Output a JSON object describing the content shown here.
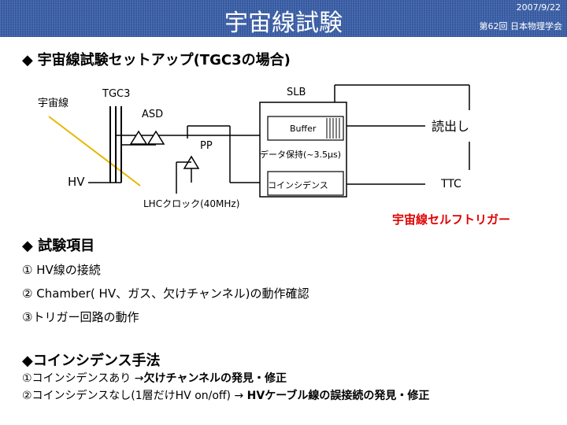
{
  "header": {
    "title": "宇宙線試験",
    "date": "2007/9/22",
    "conference": "第62回 日本物理学会"
  },
  "section1": {
    "bullet": "◆",
    "heading": "宇宙線試験セットアップ(TGC3の場合)"
  },
  "diagram": {
    "cosmic_ray": "宇宙線",
    "tgc3": "TGC3",
    "slb": "SLB",
    "asd": "ASD",
    "buffer": "Buffer",
    "pp": "PP",
    "readout": "読出し",
    "data_hold": "データ保持(~3.5μs)",
    "hv": "HV",
    "coincidence": "コインシデンス",
    "ttc": "TTC",
    "lhc_clock": "LHCクロック(40MHz)",
    "self_trigger": "宇宙線セルフトリガー",
    "colors": {
      "self_trigger": "#e00000",
      "lines": "#000000",
      "cosmic_ray_line": "#e6b800"
    }
  },
  "section2": {
    "heading": "◆  試験項目",
    "items": [
      "① HV線の接続",
      "② Chamber( HV、ガス、欠けチャンネル)の動作確認",
      "③トリガー回路の動作"
    ]
  },
  "section3": {
    "heading": "◆コインシデンス手法",
    "line1_prefix": "①コインシデンスあり  ",
    "line1_result": "欠けチャンネルの発見・修正",
    "line2_prefix": "②コインシデンスなし(1層だけHV on/off) ",
    "line2_result": "HVケーブル線の誤接続の発見・修正",
    "arrow": "→"
  }
}
